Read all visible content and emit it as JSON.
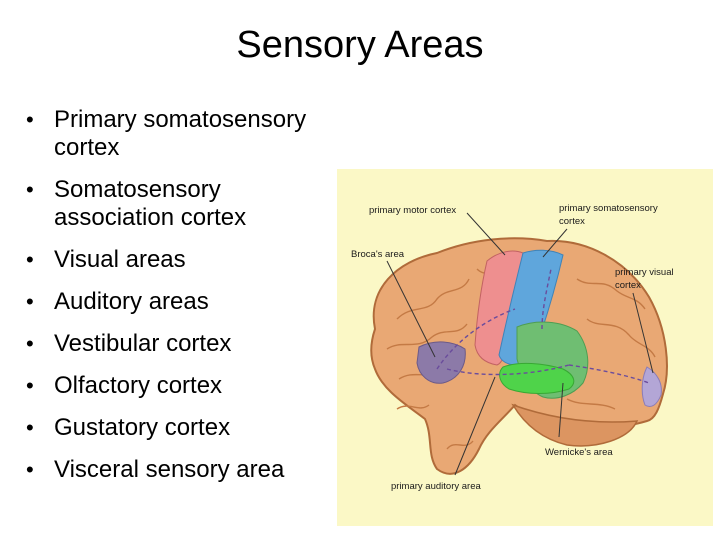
{
  "slide": {
    "title": "Sensory Areas",
    "bullets": [
      "Primary somatosensory cortex",
      "Somatosensory association cortex",
      "Visual areas",
      "Auditory areas",
      "Vestibular cortex",
      "Olfactory cortex",
      "Gustatory cortex",
      "Visceral sensory area"
    ]
  },
  "figure": {
    "background": "#fbf8c6",
    "labels": {
      "primary_motor_cortex": "primary motor cortex",
      "primary_somatosensory_line1": "primary somatosensory",
      "primary_somatosensory_line2": "cortex",
      "brocas_area": "Broca's area",
      "primary_visual_line1": "primary visual",
      "primary_visual_line2": "cortex",
      "wernickes_area": "Wernicke's area",
      "primary_auditory_area": "primary auditory area"
    },
    "colors": {
      "brain": "#e9a874",
      "motor_cortex": "#ee8f8f",
      "somatosensory_cortex": "#5fa6dc",
      "brocas_area": "#8c7aa8",
      "wernickes_area": "#6fbe72",
      "auditory_area": "#4fd34a",
      "visual_cortex": "#b3a6d6"
    }
  }
}
